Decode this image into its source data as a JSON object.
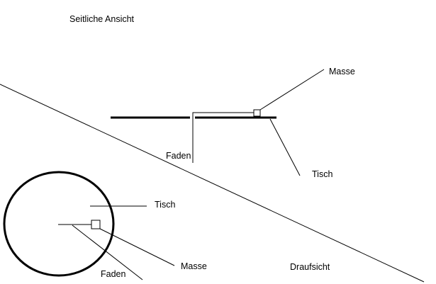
{
  "labels": {
    "side_view": "Seitliche Ansicht",
    "top_view": "Draufsicht",
    "side": {
      "mass": "Masse",
      "string": "Faden",
      "table": "Tisch"
    },
    "top": {
      "table": "Tisch",
      "mass": "Masse",
      "string": "Faden"
    }
  },
  "colors": {
    "background": "#ffffff",
    "ink": "#000000"
  }
}
